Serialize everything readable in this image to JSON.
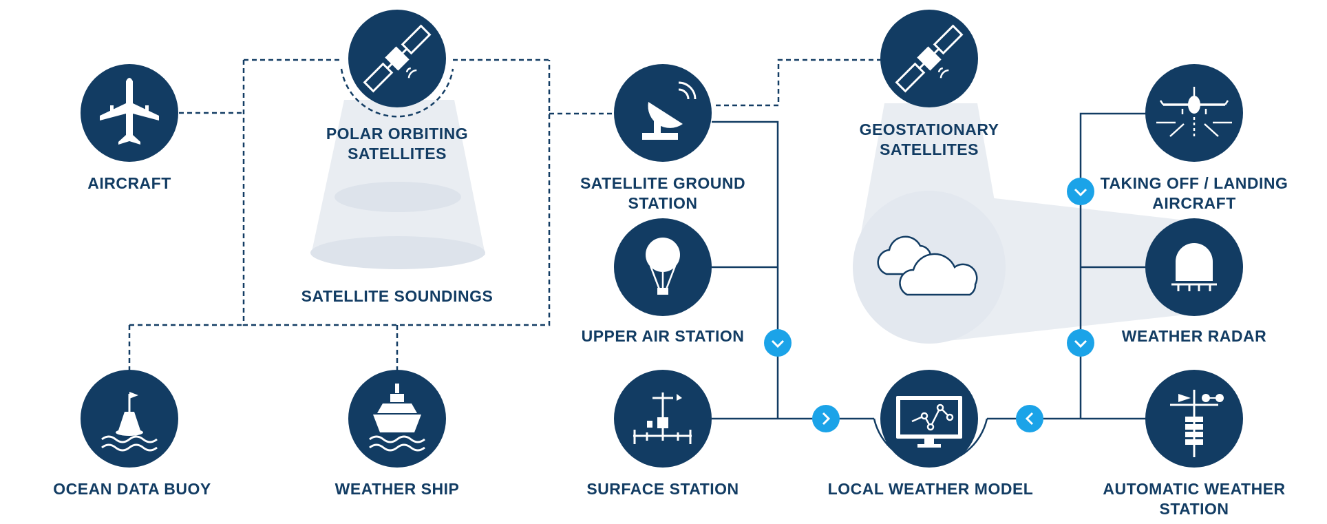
{
  "colors": {
    "navy": "#123c63",
    "accent": "#1ba3e8",
    "beam": "#e9edf2",
    "beam_dark": "#dde3eb",
    "white": "#ffffff"
  },
  "nodes": {
    "aircraft": {
      "lines": [
        "AIRCRAFT"
      ],
      "icon": "airplane-icon"
    },
    "polar": {
      "lines": [
        "POLAR ORBITING",
        "SATELLITES"
      ],
      "icon": "satellite-icon"
    },
    "soundings": {
      "lines": [
        "SATELLITE SOUNDINGS"
      ]
    },
    "ground_station": {
      "lines": [
        "SATELLITE GROUND",
        "STATION"
      ],
      "icon": "satellite-dish-icon"
    },
    "geostationary": {
      "lines": [
        "GEOSTATIONARY",
        "SATELLITES"
      ],
      "icon": "satellite-icon"
    },
    "takeoff": {
      "lines": [
        "TAKING OFF / LANDING",
        "AIRCRAFT"
      ],
      "icon": "airplane-landing-icon"
    },
    "upper_air": {
      "lines": [
        "UPPER AIR STATION"
      ],
      "icon": "weather-balloon-icon"
    },
    "radar": {
      "lines": [
        "WEATHER RADAR"
      ],
      "icon": "radar-dome-icon"
    },
    "buoy": {
      "lines": [
        "OCEAN DATA BUOY"
      ],
      "icon": "buoy-icon"
    },
    "ship": {
      "lines": [
        "WEATHER SHIP"
      ],
      "icon": "ship-icon"
    },
    "surface": {
      "lines": [
        "SURFACE STATION"
      ],
      "icon": "weather-mast-icon"
    },
    "model": {
      "lines": [
        "LOCAL WEATHER MODEL"
      ],
      "icon": "monitor-graph-icon"
    },
    "aws": {
      "lines": [
        "AUTOMATIC WEATHER",
        "STATION"
      ],
      "icon": "anemometer-icon"
    }
  },
  "flow_markers": [
    "chevron-down-icon",
    "chevron-right-icon",
    "chevron-left-icon"
  ],
  "cloud_icon": "cloud-icon"
}
